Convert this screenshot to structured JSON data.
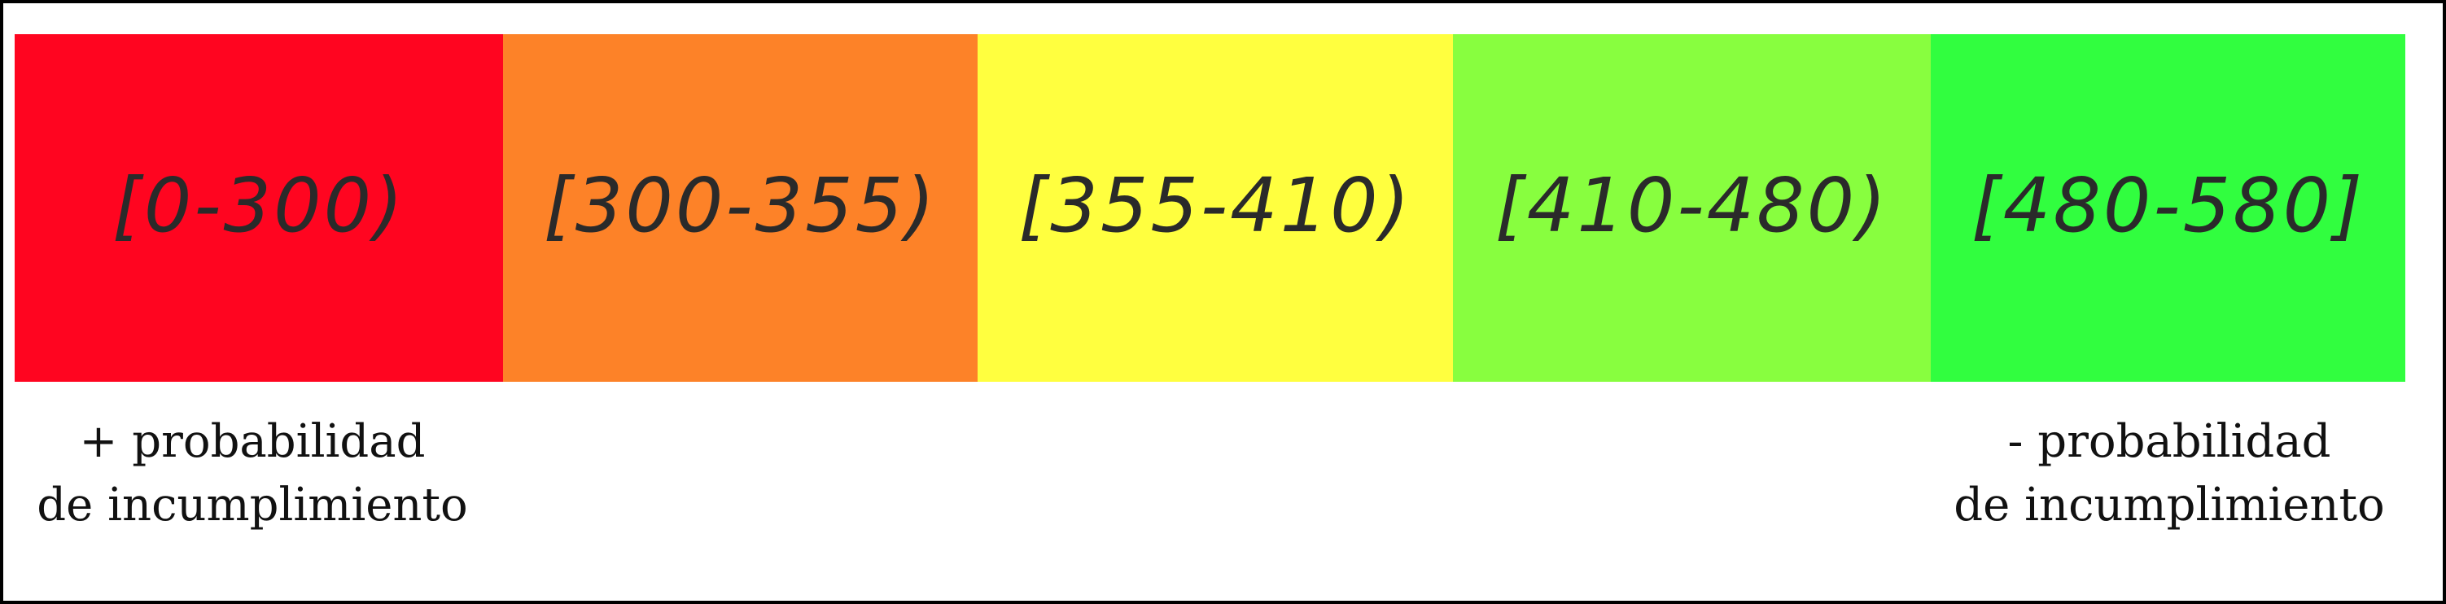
{
  "bands": [
    {
      "label": "[0-300)",
      "color": "#ff0520"
    },
    {
      "label": "[300-355)",
      "color": "#fd8228"
    },
    {
      "label": "[355-410)",
      "color": "#ffff3f"
    },
    {
      "label": "[410-480)",
      "color": "#88fe3f"
    },
    {
      "label": "[480-580]",
      "color": "#31fe3f"
    }
  ],
  "captions": {
    "left": {
      "line1": "+ probabilidad",
      "line2": "de incumplimiento"
    },
    "right": {
      "line1": "- probabilidad",
      "line2": "de incumplimiento"
    }
  },
  "frame_border_color": "#000000"
}
